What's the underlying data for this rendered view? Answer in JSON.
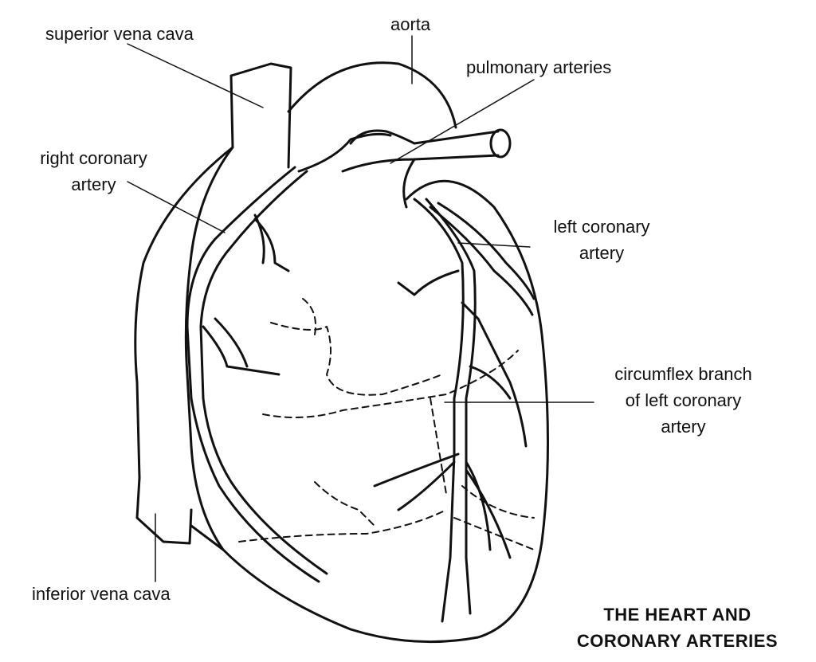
{
  "labels": {
    "superior_vena_cava": "superior vena cava",
    "aorta": "aorta",
    "pulmonary_arteries": "pulmonary arteries",
    "right_coronary_artery": [
      "right coronary",
      "artery"
    ],
    "left_coronary_artery": [
      "left coronary",
      "artery"
    ],
    "circumflex_branch": [
      "circumflex branch",
      "of left coronary",
      "artery"
    ],
    "inferior_vena_cava": "inferior vena cava"
  },
  "title": [
    "THE HEART AND",
    "CORONARY ARTERIES"
  ]
}
